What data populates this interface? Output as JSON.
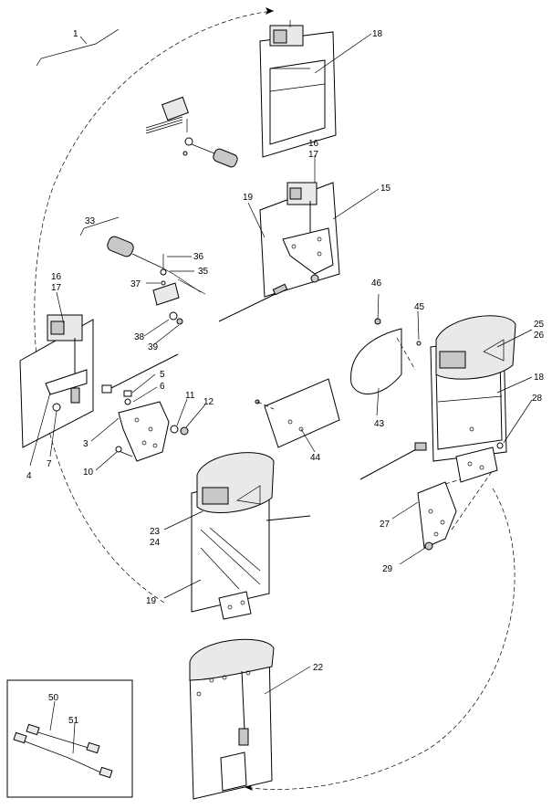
{
  "diagram": {
    "callouts": {
      "c1": "1",
      "c3": "3",
      "c4": "4",
      "c5": "5",
      "c6": "6",
      "c7": "7",
      "c10": "10",
      "c11": "11",
      "c12": "12",
      "c15": "15",
      "c16a": "16",
      "c17a": "17",
      "c16b": "16",
      "c17b": "17",
      "c18a": "18",
      "c18b": "18",
      "c19a": "19",
      "c19b": "19",
      "c22": "22",
      "c23": "23",
      "c24": "24",
      "c25": "25",
      "c26": "26",
      "c27": "27",
      "c28": "28",
      "c29": "29",
      "c33": "33",
      "c35": "35",
      "c36": "36",
      "c37": "37",
      "c38": "38",
      "c39": "39",
      "c43": "43",
      "c44": "44",
      "c45": "45",
      "c46": "46",
      "c50": "50",
      "c51": "51"
    }
  }
}
